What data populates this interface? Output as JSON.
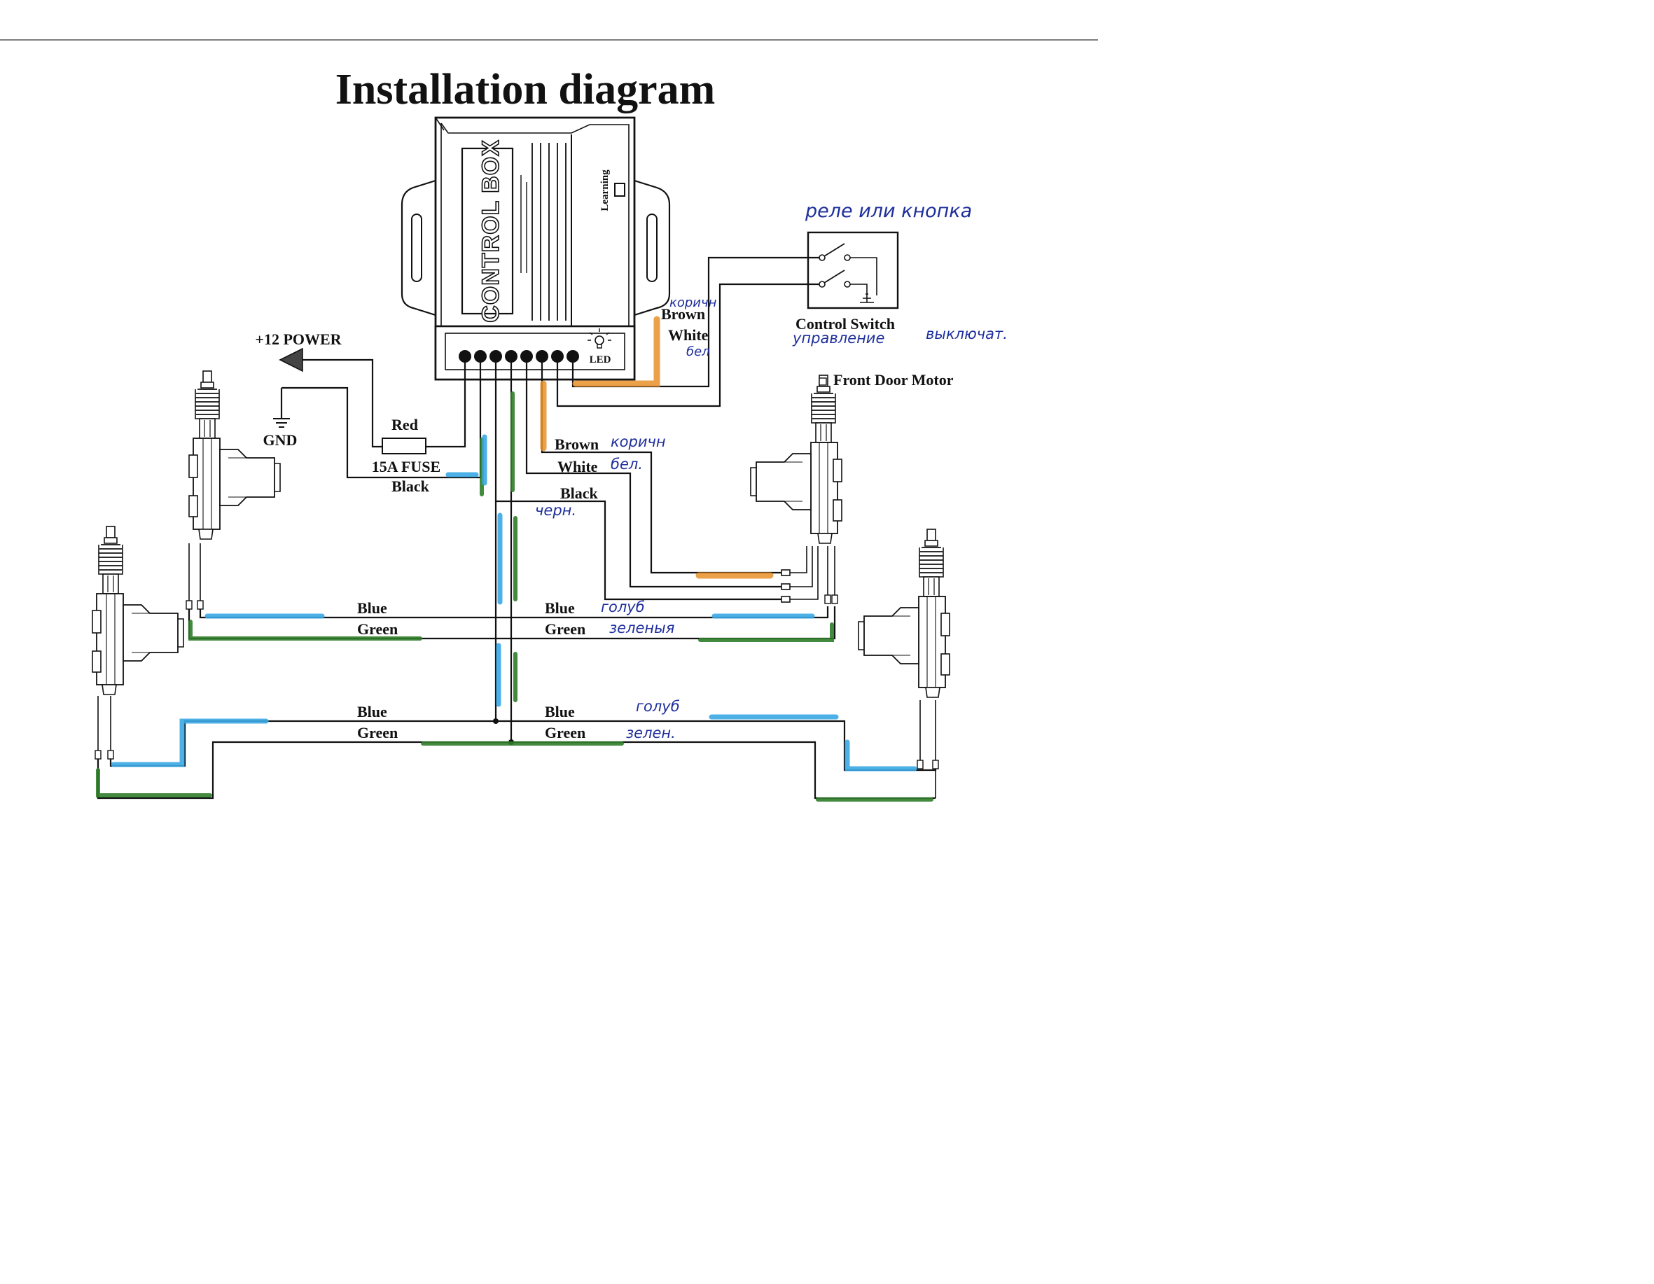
{
  "title": "Installation diagram",
  "control_box": {
    "label": "CONTROL BOX",
    "learning": "Learning",
    "led": "LED"
  },
  "power": {
    "plus12": "+12 POWER",
    "gnd": "GND",
    "red": "Red",
    "fuse": "15A FUSE",
    "black": "Black"
  },
  "switch": {
    "brown": "Brown",
    "white": "White",
    "label": "Control Switch",
    "note_relay": "реле или кнопка",
    "note_control": "управление",
    "note_switch": "выключат.",
    "note_brown": "коричн",
    "note_white": "бел"
  },
  "front_door": {
    "label": "Front Door Motor",
    "brown": "Brown",
    "white": "White",
    "black": "Black",
    "note_brown": "коричн",
    "note_white": "бел.",
    "note_black": "черн."
  },
  "bus_upper": {
    "blue_left": "Blue",
    "green_left": "Green",
    "blue_right": "Blue",
    "green_right": "Green",
    "note_blue": "голуб",
    "note_green": "зеленыя"
  },
  "bus_lower": {
    "blue_left": "Blue",
    "green_left": "Green",
    "blue_right": "Blue",
    "green_right": "Green",
    "note_blue": "голуб",
    "note_green": "зелен."
  },
  "colors": {
    "blue_marker": "#3aa7e4",
    "green_marker": "#2f7d2a",
    "orange_marker": "#e8902a",
    "handwriting": "#1f2f9c"
  }
}
